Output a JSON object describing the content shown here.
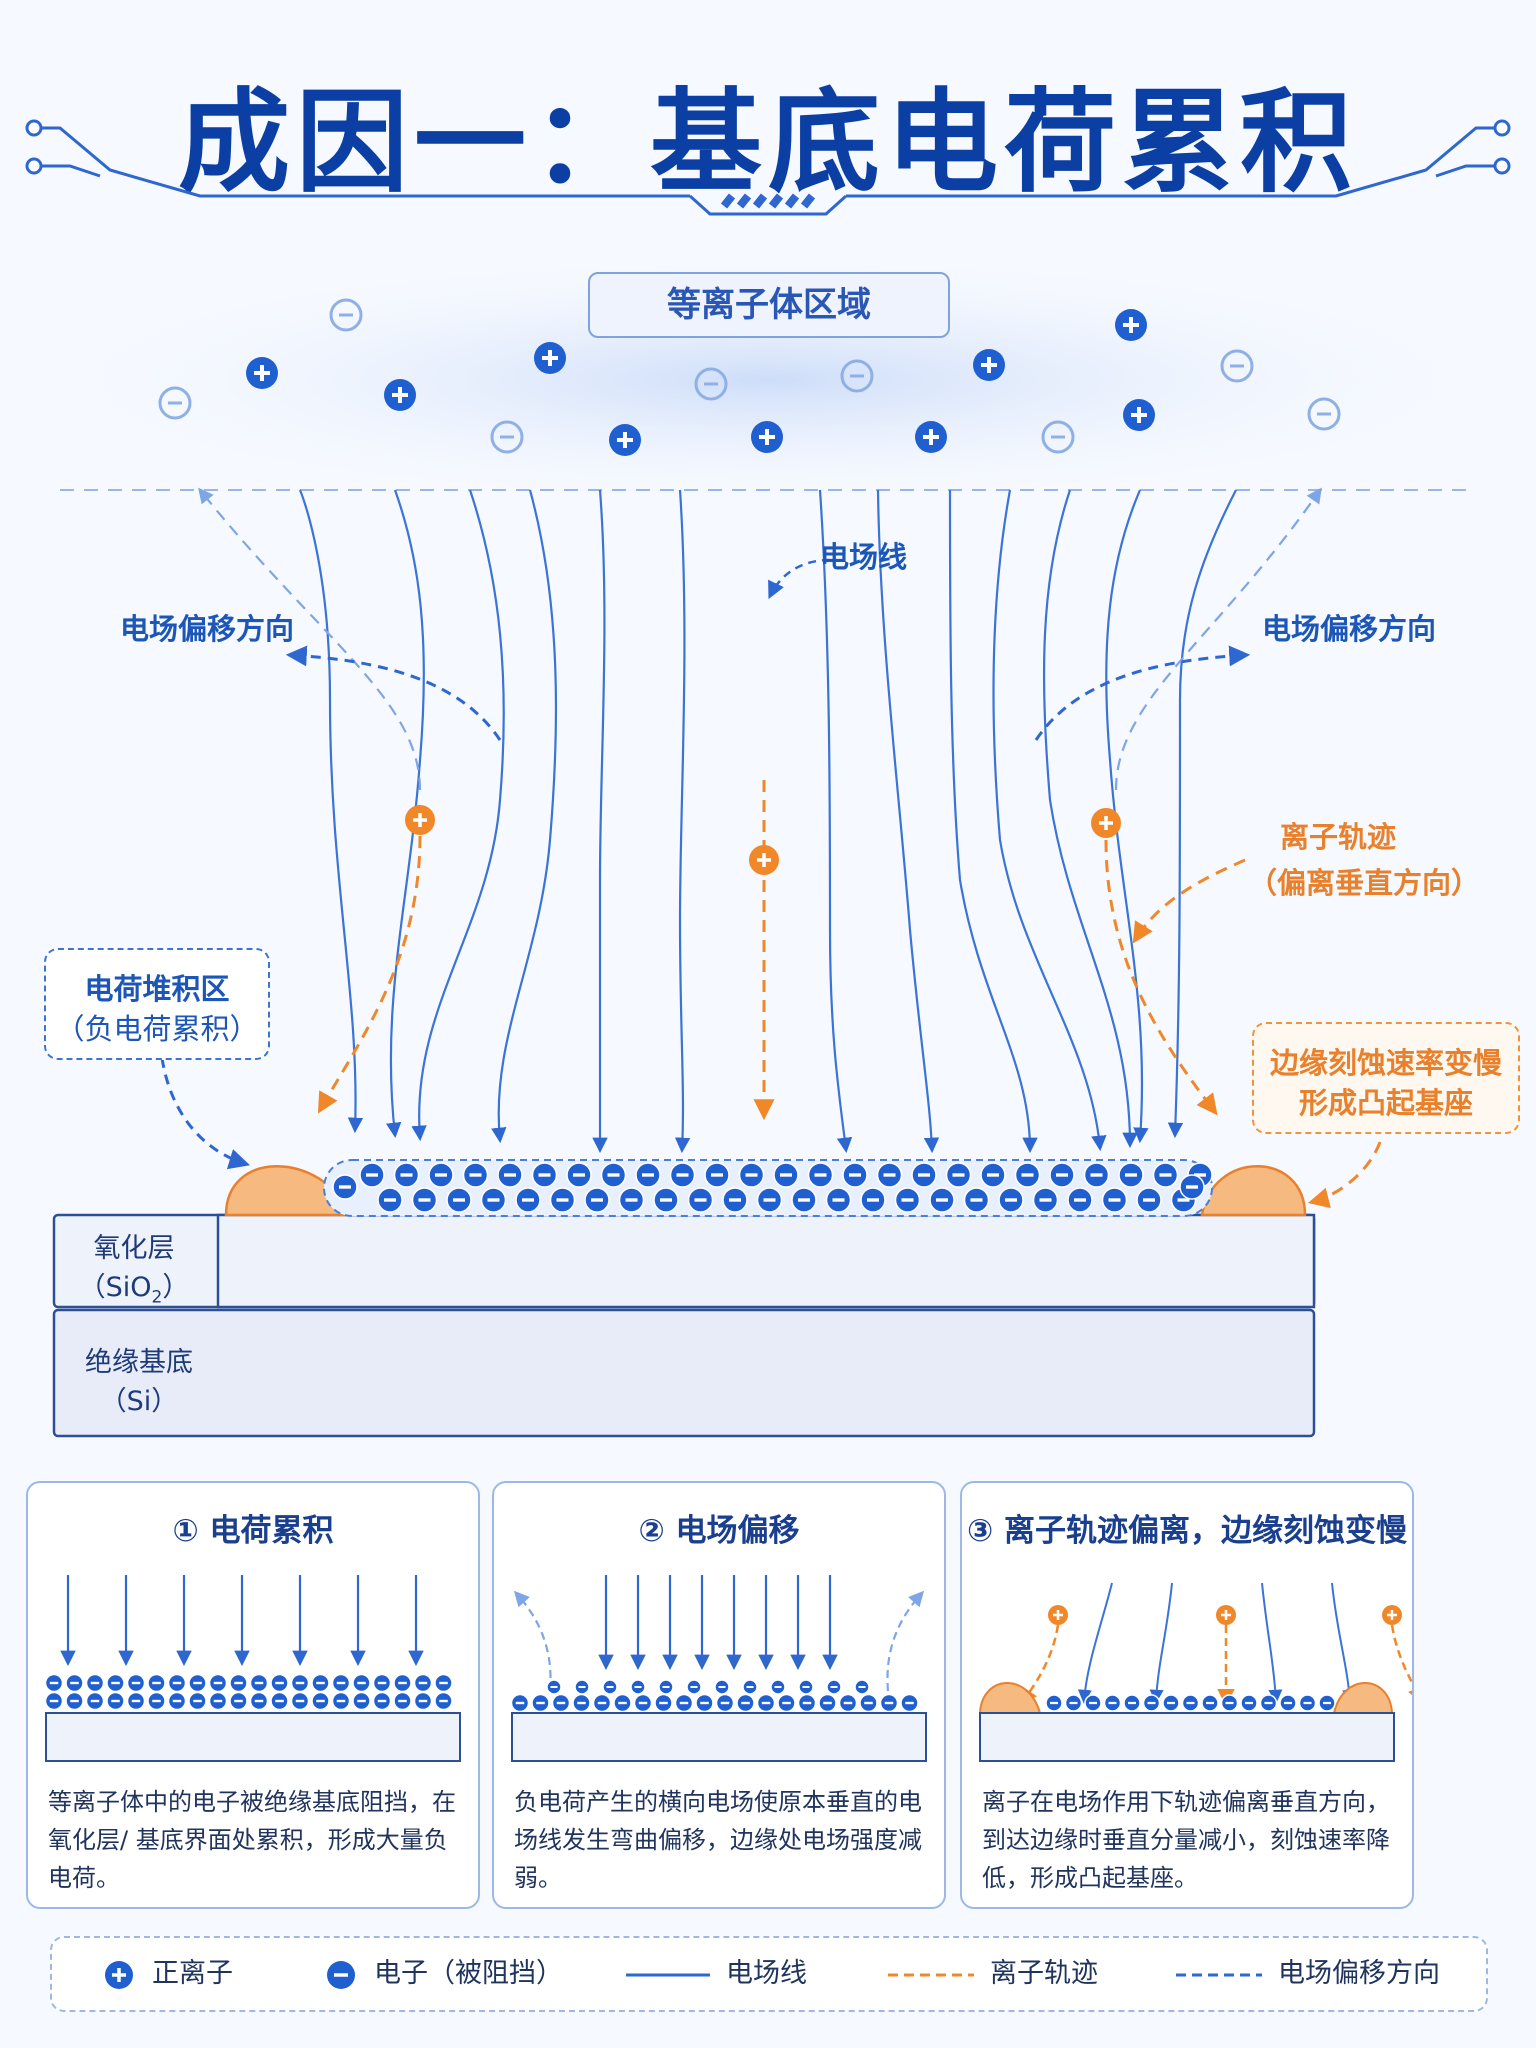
{
  "title": "成因一：基底电荷累积",
  "plasma_region_label": "等离子体区域",
  "field_line_label": "电场线",
  "field_offset_left": "电场偏移方向",
  "field_offset_right": "电场偏移方向",
  "ion_trajectory": {
    "line1": "离子轨迹",
    "line2": "（偏离垂直方向）"
  },
  "charge_zone": {
    "line1": "电荷堆积区",
    "line2": "（负电荷累积）"
  },
  "edge_etch": {
    "line1": "边缘刻蚀速率变慢",
    "line2": "形成凸起基座"
  },
  "oxide_layer": {
    "line1": "氧化层",
    "line2": "（SiO",
    "sub": "2",
    "tail": "）"
  },
  "substrate_layer": {
    "line1": "绝缘基底",
    "line2": "（Si）"
  },
  "panels": [
    {
      "number": "①",
      "title": "电荷累积",
      "desc": "等离子体中的电子被绝缘基底阻挡，在氧化层/ 基底界面处累积，形成大量负电荷。"
    },
    {
      "number": "②",
      "title": "电场偏移",
      "desc": "负电荷产生的横向电场使原本垂直的电场线发生弯曲偏移，边缘处电场强度减弱。"
    },
    {
      "number": "③",
      "title": "离子轨迹偏离，边缘刻蚀变慢",
      "desc": "离子在电场作用下轨迹偏离垂直方向，到达边缘时垂直分量减小，刻蚀速率降低，形成凸起基座。"
    }
  ],
  "legend": {
    "positive_ion": "正离子",
    "electron": "电子（被阻挡）",
    "field_line": "电场线",
    "ion_trajectory": "离子轨迹",
    "field_offset": "电场偏移方向"
  },
  "colors": {
    "blue": "#1f5fd0",
    "orange": "#f0882a",
    "navy": "#0b3fa3",
    "pale_blue": "#9bb6e4"
  }
}
